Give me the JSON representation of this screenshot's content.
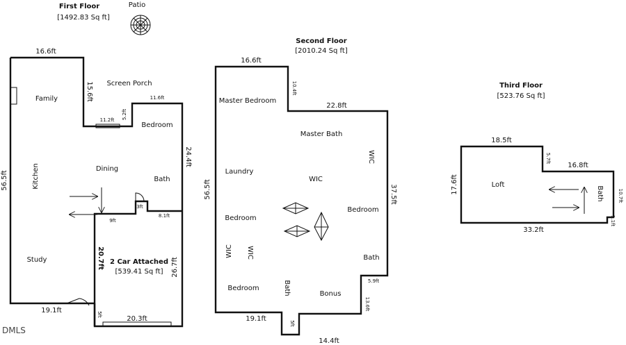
{
  "floors": {
    "first": {
      "title": "First Floor",
      "area": "[1492.83 Sq ft]",
      "patio": "Patio",
      "rooms": {
        "family": "Family",
        "screen_porch": "Screen Porch",
        "bedroom": "Bedroom",
        "kitchen": "Kitchen",
        "dining": "Dining",
        "bath": "Bath",
        "study": "Study",
        "garage": "2 Car Attached",
        "garage_area": "[539.41 Sq ft]"
      },
      "dims": {
        "top": "16.6ft",
        "porch_height": "15.6ft",
        "porch_width": "11.2ft",
        "porch_small": "5.2ft",
        "bedroom_width": "11.6ft",
        "right_height": "24.4ft",
        "left_height": "56.5ft",
        "notch_width": "9ft",
        "notch_small": "3ft",
        "notch_right": "8.1ft",
        "garage_left": "20.7ft",
        "garage_right": "26.7ft",
        "bottom": "19.1ft",
        "garage_bottom": "20.3ft",
        "garage_small": "5ft"
      }
    },
    "second": {
      "title": "Second Floor",
      "area": "[2010.24 Sq ft]",
      "rooms": {
        "master_bedroom": "Master Bedroom",
        "master_bath": "Master Bath",
        "wic_right": "WIC",
        "laundry": "Laundry",
        "wic_center": "WIC",
        "bedroom_right": "Bedroom",
        "bedroom_left": "Bedroom",
        "wic_a": "WIC",
        "wic_b": "WIC",
        "bath_right": "Bath",
        "bedroom_bottom": "Bedroom",
        "bath_bottom": "Bath",
        "bonus": "Bonus"
      },
      "dims": {
        "top": "16.6ft",
        "notch": "10.4ft",
        "right_top": "22.8ft",
        "left": "56.5ft",
        "right": "37.5ft",
        "step_width": "5.9ft",
        "step_height": "13.6ft",
        "bottom_left": "19.1ft",
        "bottom_small": "5ft",
        "bottom": "14.4ft"
      }
    },
    "third": {
      "title": "Third Floor",
      "area": "[523.76 Sq ft]",
      "rooms": {
        "loft": "Loft",
        "bath": "Bath"
      },
      "dims": {
        "top": "18.5ft",
        "step": "5.7ft",
        "right_top": "16.8ft",
        "left": "17.6ft",
        "right": "10.7ft",
        "bottom": "33.2ft",
        "small": "1.1ft"
      }
    }
  },
  "watermark": "DMLS"
}
